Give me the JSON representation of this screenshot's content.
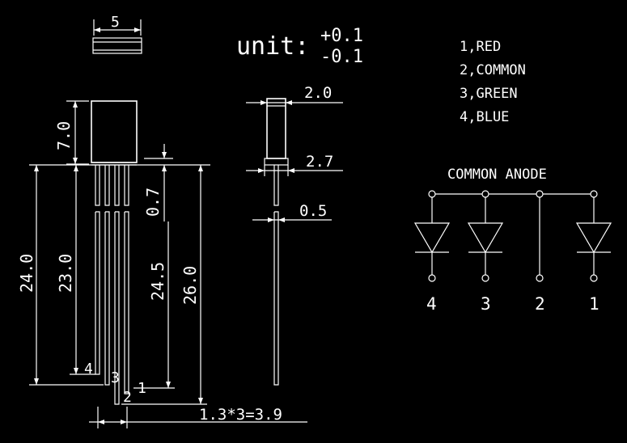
{
  "unit": {
    "label": "unit:",
    "plus": "+0.1",
    "minus": "-0.1"
  },
  "dimensions": {
    "top_width": "5",
    "body_height": "7.0",
    "body_offset": "0.7",
    "lead_24_0": "24.0",
    "lead_23_0": "23.0",
    "lead_24_5": "24.5",
    "lead_26_0": "26.0",
    "side_top": "2.0",
    "side_mid": "2.7",
    "side_lead": "0.5",
    "pitch": "1.3*3=3.9"
  },
  "pin_labels_front": [
    "4",
    "3",
    "2",
    "1"
  ],
  "pins": [
    "1,RED",
    "2,COMMON",
    "3,GREEN",
    "4,BLUE"
  ],
  "schematic": {
    "title": "COMMON ANODE",
    "pin_numbers": [
      "4",
      "3",
      "2",
      "1"
    ]
  }
}
